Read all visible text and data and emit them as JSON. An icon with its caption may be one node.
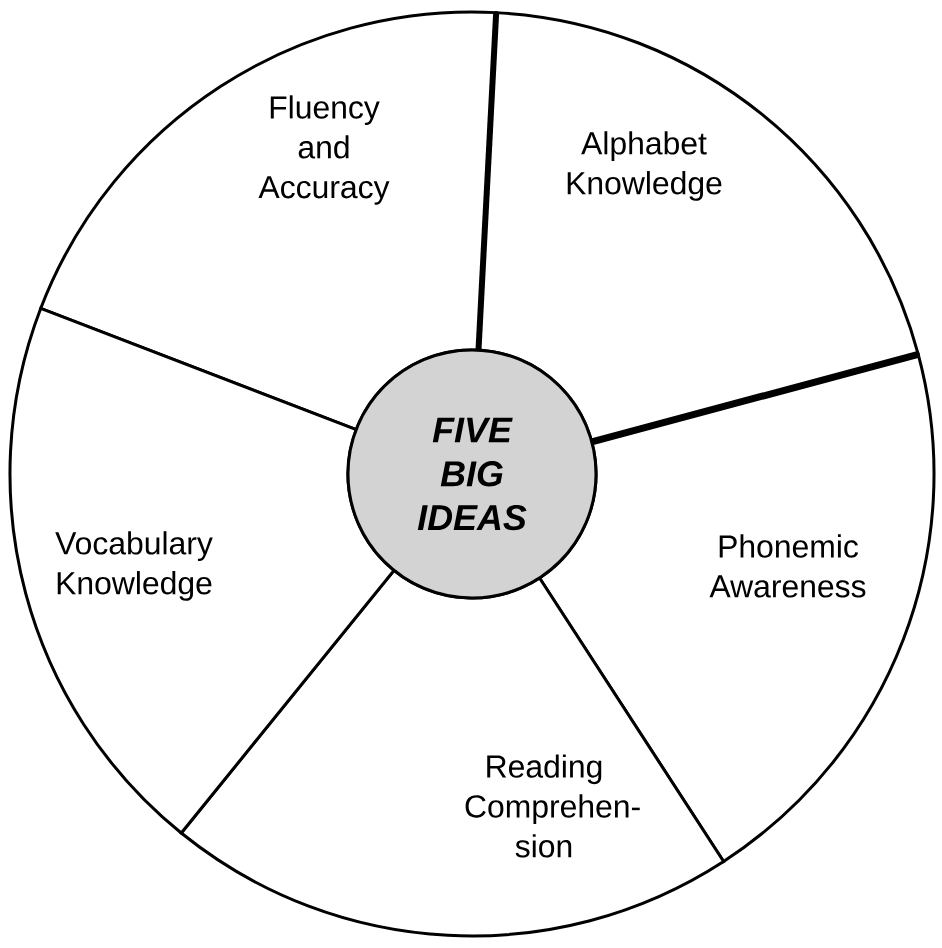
{
  "diagram": {
    "nodes": [
      {
        "text": [
          "FIVE BIG IDEAS"
        ]
      },
      {
        "text": [
          "Fluency and Accuracy"
        ]
      },
      {
        "text": [
          "Alphabet Knowledge"
        ]
      },
      {
        "text": [
          "Phonemic Awareness"
        ]
      },
      {
        "text": [
          "Reading Comprehen- sion"
        ]
      },
      {
        "text": [
          "Vocabulary Knowledge"
        ]
      }
    ]
  }
}
